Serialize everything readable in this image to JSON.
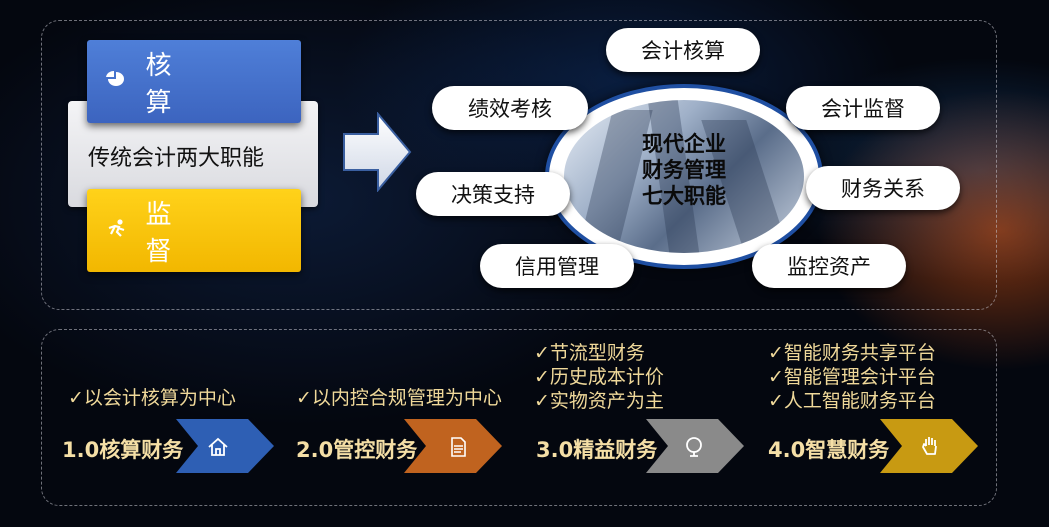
{
  "traditional": {
    "title": "传统会计两大职能",
    "duties": [
      {
        "label": "核　算",
        "icon": "pie-chart-icon",
        "color": "#4a78d2"
      },
      {
        "label": "监　督",
        "icon": "person-running-icon",
        "color": "#ffc400"
      }
    ]
  },
  "modern": {
    "center_title": [
      "现代企业",
      "财务管理",
      "七大职能"
    ],
    "functions": [
      "会计核算",
      "会计监督",
      "财务关系",
      "监控资产",
      "信用管理",
      "决策支持",
      "绩效考核"
    ]
  },
  "stages": [
    {
      "title": "1.0核算财务",
      "icon": "home-icon",
      "color": "#2e5fb4",
      "checks": [
        "✓以会计核算为中心"
      ]
    },
    {
      "title": "2.0管控财务",
      "icon": "document-icon",
      "color": "#c0631f",
      "checks": [
        "✓以内控合规管理为中心"
      ]
    },
    {
      "title": "3.0精益财务",
      "icon": "globe-icon",
      "color": "#8a8a8a",
      "checks": [
        "✓节流型财务",
        "✓历史成本计价",
        "✓实物资产为主"
      ]
    },
    {
      "title": "4.0智慧财务",
      "icon": "hand-icon",
      "color": "#c89a12",
      "checks": [
        "✓智能财务共享平台",
        "✓智能管理会计平台",
        "✓人工智能财务平台"
      ]
    }
  ]
}
